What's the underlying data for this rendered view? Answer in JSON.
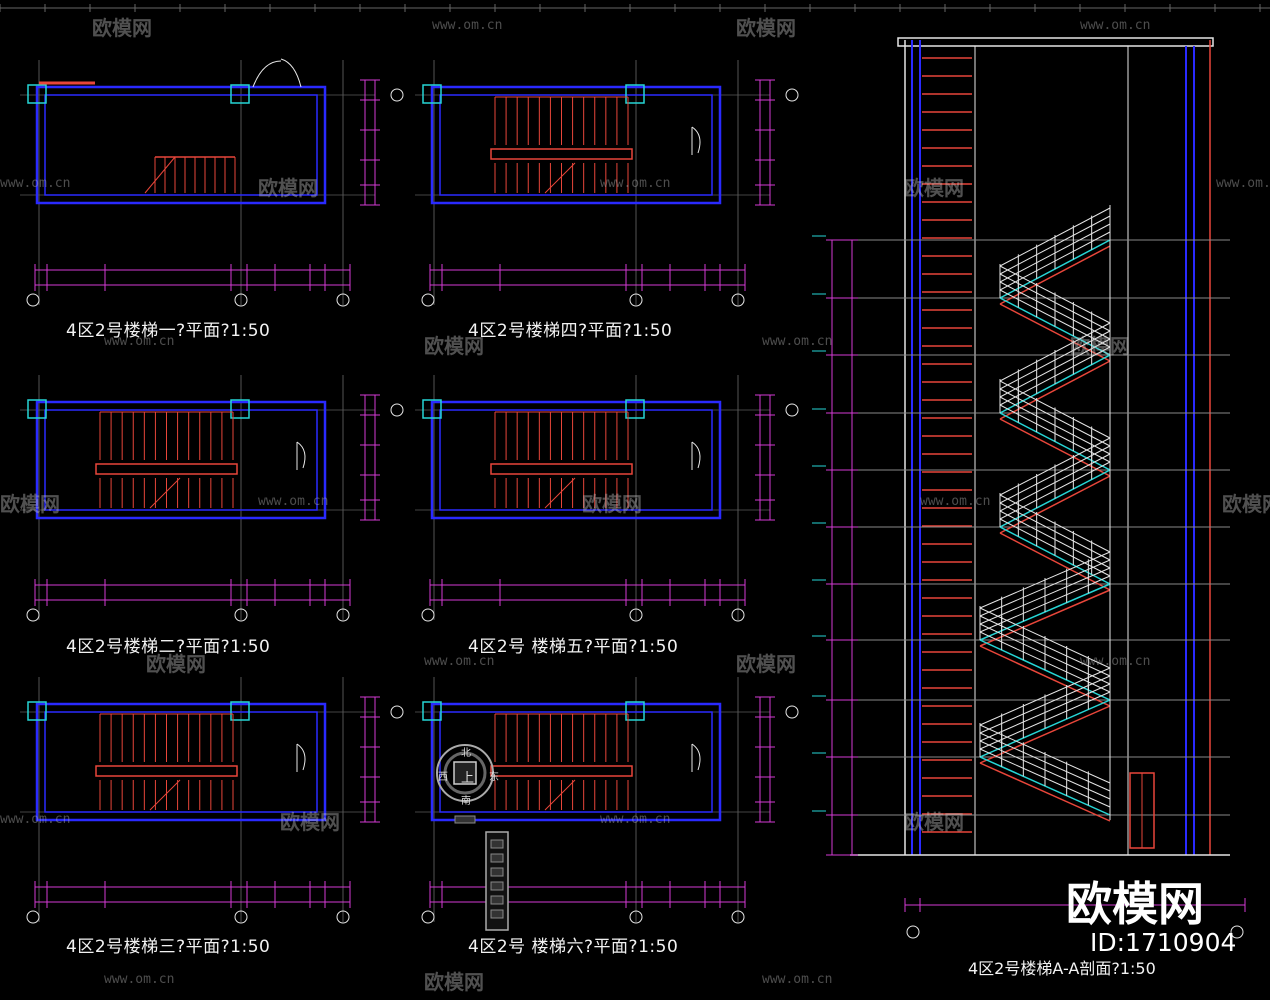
{
  "plans": [
    {
      "title": "4区2号楼梯一?平面?1:50",
      "type": "ground"
    },
    {
      "title": "4区2号楼梯四?平面?1:50",
      "type": "double"
    },
    {
      "title": "4区2号楼梯二?平面?1:50",
      "type": "double"
    },
    {
      "title": "4区2号 楼梯五?平面?1:50",
      "type": "double"
    },
    {
      "title": "4区2号楼梯三?平面?1:50",
      "type": "double"
    },
    {
      "title": "4区2号 楼梯六?平面?1:50",
      "type": "double"
    }
  ],
  "section": {
    "title": "4区2号楼梯A-A剖面?1:50"
  },
  "watermark": {
    "url": "www.om.cn",
    "brand": "欧模网"
  },
  "brand": {
    "name": "欧模网",
    "id": "ID:1710904"
  },
  "compass": {
    "north": "北",
    "south": "南",
    "west": "西",
    "east": "东",
    "center": "上"
  },
  "colors": {
    "background": "#000000",
    "wall": "#2a2aff",
    "stair": "#e8463a",
    "dimension": "#d43ad4",
    "rail": "#e6e6e6",
    "cyan": "#26d6d6",
    "grid": "#c0c0c0"
  }
}
